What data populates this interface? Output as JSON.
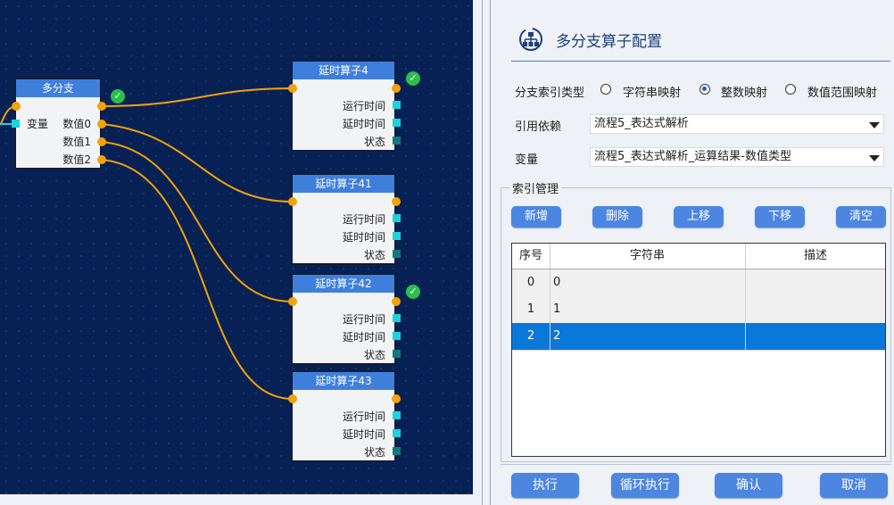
{
  "canvas": {
    "branch_node": {
      "title": "多分支",
      "input_label": "变量",
      "outputs": [
        "数值0",
        "数值1",
        "数值2"
      ]
    },
    "delay_nodes": [
      {
        "title": "延时算子4",
        "ports": [
          "运行时间",
          "延时时间",
          "状态"
        ],
        "checked": true
      },
      {
        "title": "延时算子41",
        "ports": [
          "运行时间",
          "延时时间",
          "状态"
        ],
        "checked": false
      },
      {
        "title": "延时算子42",
        "ports": [
          "运行时间",
          "延时时间",
          "状态"
        ],
        "checked": true
      },
      {
        "title": "延时算子43",
        "ports": [
          "运行时间",
          "延时时间",
          "状态"
        ],
        "checked": false
      }
    ],
    "check_glyph": "✓",
    "colors": {
      "background": "#082154",
      "wire": "#f2a20b",
      "node_header": "#3f7fdc",
      "port_cyan": "#19d3dd",
      "check_green": "#2bbf4d"
    }
  },
  "dialog": {
    "title": "多分支算子配置",
    "index_type": {
      "label": "分支索引类型",
      "options": [
        {
          "label": "字符串映射",
          "selected": false
        },
        {
          "label": "整数映射",
          "selected": true
        },
        {
          "label": "数值范围映射",
          "selected": false
        }
      ]
    },
    "dependency": {
      "label": "引用依赖",
      "value": "流程5_表达式解析"
    },
    "variable": {
      "label": "变量",
      "value": "流程5_表达式解析_运算结果-数值类型"
    },
    "index_manage": {
      "legend": "索引管理",
      "buttons": [
        "新增",
        "删除",
        "上移",
        "下移",
        "清空"
      ],
      "columns": [
        "序号",
        "字符串",
        "描述"
      ],
      "rows": [
        {
          "index": "0",
          "string": "0",
          "desc": "",
          "selected": false
        },
        {
          "index": "1",
          "string": "1",
          "desc": "",
          "selected": false
        },
        {
          "index": "2",
          "string": "2",
          "desc": "",
          "selected": true
        }
      ]
    },
    "footer_buttons": [
      "执行",
      "循环执行",
      "确认",
      "取消"
    ],
    "colors": {
      "accent": "#3f7fdc",
      "button": "#4d86e0",
      "selected_row": "#0a78d8"
    }
  }
}
